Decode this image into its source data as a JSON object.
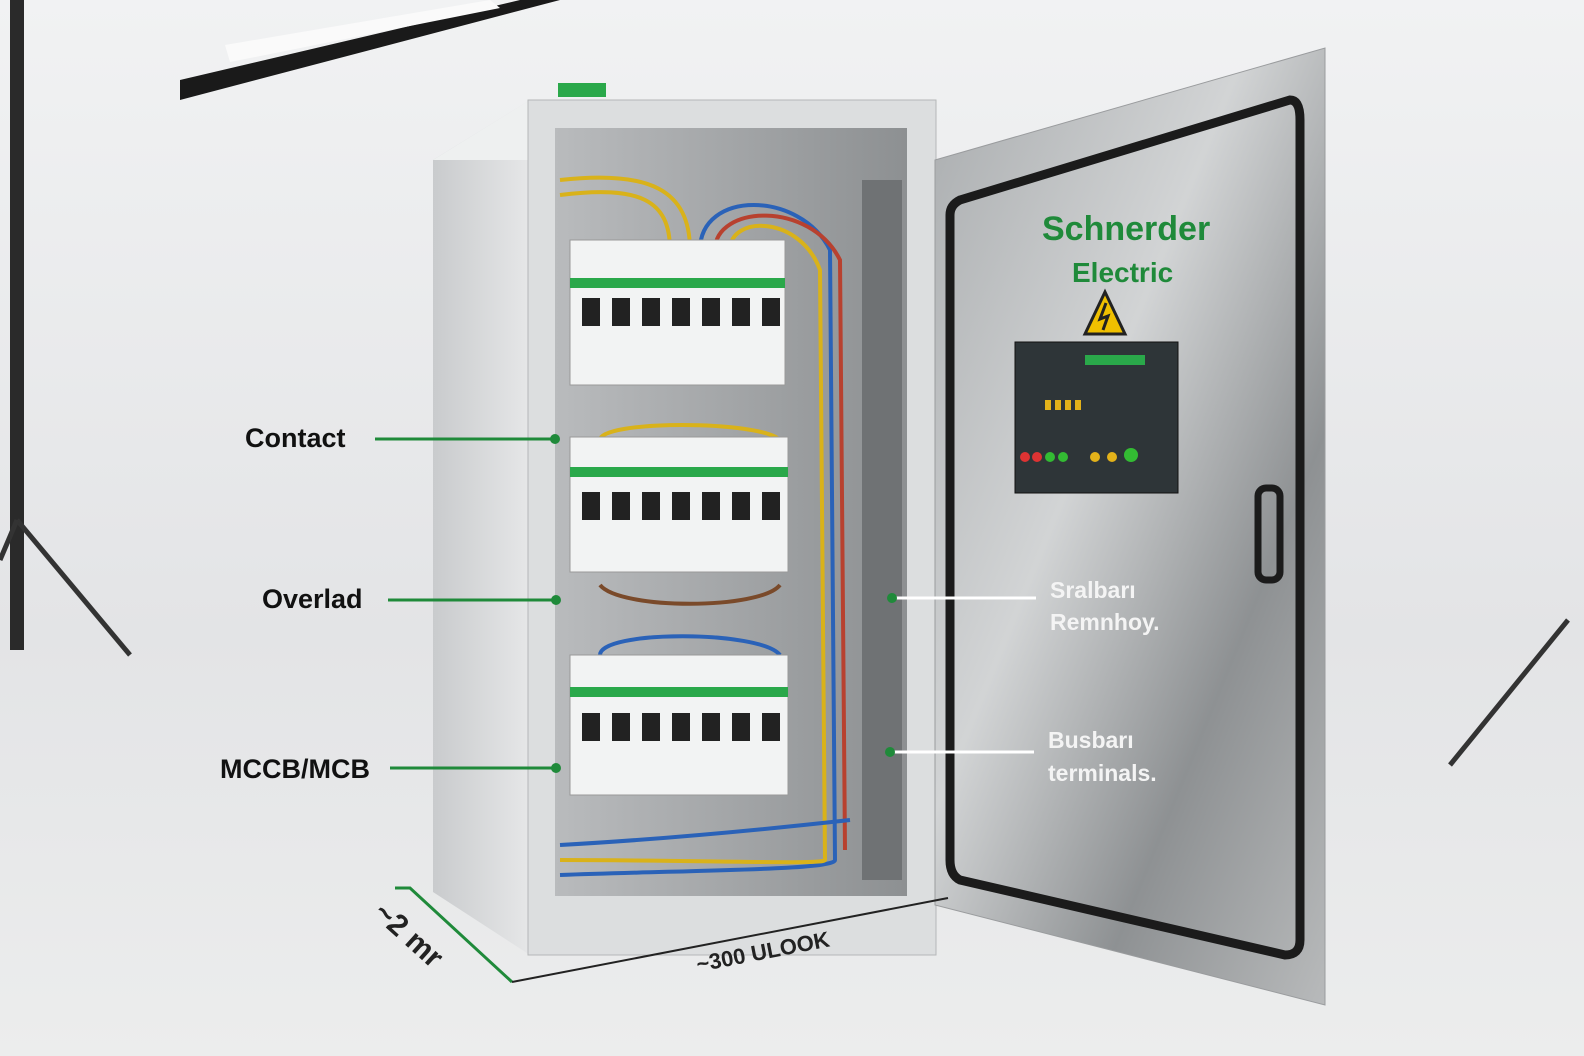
{
  "brand": {
    "line1": "Schnerder",
    "line2": "Electric"
  },
  "callouts_left": [
    {
      "label": "Contact"
    },
    {
      "label": "Overlad"
    },
    {
      "label": "MCCB/MCB"
    }
  ],
  "callouts_door": [
    {
      "line1": "Sralbarı",
      "line2": "Remnhoy."
    },
    {
      "line1": "Busbarı",
      "line2": "terminals."
    }
  ],
  "dimensions": {
    "depth": "~2 mr",
    "width": "~300 ULOOK"
  },
  "colors": {
    "accent_green": "#1f8a3a",
    "wire_yellow": "#d9b21a",
    "wire_blue": "#2a62b8",
    "wire_red": "#b8412f"
  }
}
